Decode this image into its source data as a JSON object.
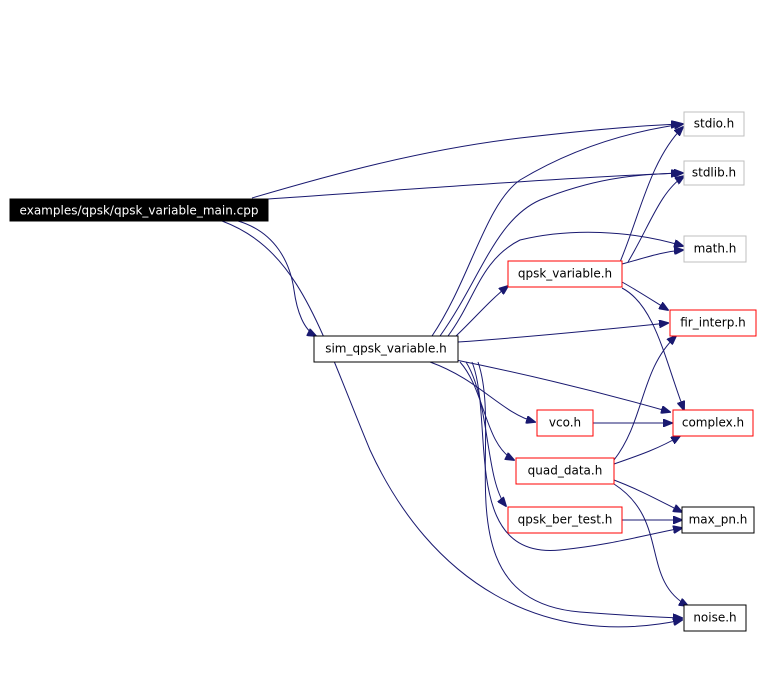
{
  "colors": {
    "edge": "#191970",
    "root_fill": "#000000",
    "root_text": "#ffffff",
    "node_fill": "#ffffff",
    "node_text": "#000000",
    "border_internal": "#000000",
    "border_documented": "#ff0000",
    "border_system": "#bfbfbf"
  },
  "nodes": {
    "root": {
      "label": "examples/qpsk/qpsk_variable_main.cpp",
      "kind": "root"
    },
    "sim": {
      "label": "sim_qpsk_variable.h",
      "kind": "internal"
    },
    "stdio": {
      "label": "stdio.h",
      "kind": "system"
    },
    "stdlib": {
      "label": "stdlib.h",
      "kind": "system"
    },
    "math": {
      "label": "math.h",
      "kind": "system"
    },
    "qpskvar": {
      "label": "qpsk_variable.h",
      "kind": "documented"
    },
    "firinterp": {
      "label": "fir_interp.h",
      "kind": "documented"
    },
    "vco": {
      "label": "vco.h",
      "kind": "documented"
    },
    "complex": {
      "label": "complex.h",
      "kind": "documented"
    },
    "quaddata": {
      "label": "quad_data.h",
      "kind": "documented"
    },
    "berttest": {
      "label": "qpsk_ber_test.h",
      "kind": "documented"
    },
    "maxpn": {
      "label": "max_pn.h",
      "kind": "internal"
    },
    "noise": {
      "label": "noise.h",
      "kind": "internal"
    }
  },
  "edges": [
    [
      "root",
      "stdio"
    ],
    [
      "root",
      "stdlib"
    ],
    [
      "root",
      "sim"
    ],
    [
      "root",
      "noise"
    ],
    [
      "sim",
      "stdio"
    ],
    [
      "sim",
      "stdlib"
    ],
    [
      "sim",
      "math"
    ],
    [
      "sim",
      "qpskvar"
    ],
    [
      "sim",
      "firinterp"
    ],
    [
      "sim",
      "complex"
    ],
    [
      "sim",
      "vco"
    ],
    [
      "sim",
      "quaddata"
    ],
    [
      "sim",
      "berttest"
    ],
    [
      "sim",
      "maxpn"
    ],
    [
      "sim",
      "noise"
    ],
    [
      "qpskvar",
      "stdio"
    ],
    [
      "qpskvar",
      "stdlib"
    ],
    [
      "qpskvar",
      "math"
    ],
    [
      "qpskvar",
      "firinterp"
    ],
    [
      "qpskvar",
      "complex"
    ],
    [
      "vco",
      "complex"
    ],
    [
      "quaddata",
      "firinterp"
    ],
    [
      "quaddata",
      "complex"
    ],
    [
      "quaddata",
      "maxpn"
    ],
    [
      "quaddata",
      "noise"
    ],
    [
      "berttest",
      "maxpn"
    ]
  ]
}
